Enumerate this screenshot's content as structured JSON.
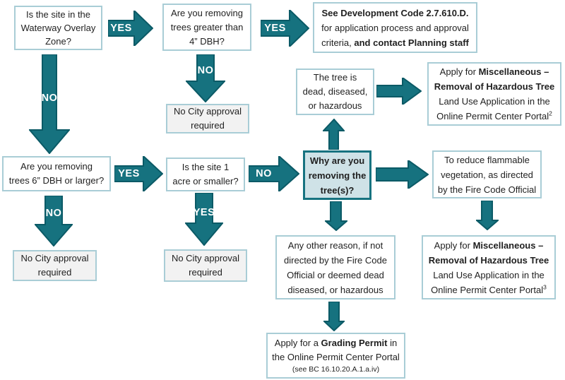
{
  "flowchart": {
    "colors": {
      "arrow_fill": "#16727f",
      "arrow_outline": "#0b5a66",
      "box_border": "#a9cdd6",
      "gray_box_fill": "#f2f2f2",
      "highlight_box_fill": "#cfe2e7",
      "highlight_box_border": "#177380",
      "text": "#1f1f1f",
      "label_text": "#ffffff"
    },
    "labels": {
      "yes": "YES",
      "no": "NO"
    },
    "boxes": {
      "waterway": {
        "lines": [
          "Is the site in the",
          "Waterway Overlay",
          "Zone?"
        ]
      },
      "dbh4": {
        "lines": [
          "Are you removing",
          "trees greater than",
          "4” DBH?"
        ]
      },
      "devcode": {
        "line1": "See Development Code 2.7.610.D.",
        "line2": "for application process and approval",
        "line3_start": "criteria, ",
        "line3_bold": "and contact Planning staff"
      },
      "no_city_dbh4": {
        "lines": [
          "No City approval",
          "required"
        ]
      },
      "dbh6": {
        "lines": [
          "Are you removing",
          "trees 6” DBH or larger?"
        ]
      },
      "no_city_dbh6": {
        "lines": [
          "No City approval",
          "required"
        ]
      },
      "acre": {
        "lines": [
          "Is the site 1",
          "acre or smaller?"
        ]
      },
      "no_city_acre": {
        "lines": [
          "No City approval",
          "required"
        ]
      },
      "why": {
        "lines": [
          "Why are you",
          "removing the",
          "tree(s)?"
        ]
      },
      "dead": {
        "lines": [
          "The tree is",
          "dead, diseased,",
          "or hazardous"
        ]
      },
      "hazard_app_top": {
        "line1_start": "Apply for ",
        "line1_bold": "Miscellaneous –",
        "line2_bold": "Removal of Hazardous Tree",
        "line3": "Land Use Application in the",
        "line4": "Online Permit Center Portal",
        "footnote": "2"
      },
      "flammable": {
        "lines": [
          "To reduce flammable",
          "vegetation, as directed",
          "by the Fire Code Official"
        ]
      },
      "hazard_app_bottom": {
        "line1_start": "Apply for ",
        "line1_bold": "Miscellaneous –",
        "line2_bold": "Removal of Hazardous Tree",
        "line3": "Land Use Application in the",
        "line4": "Online Permit Center Portal",
        "footnote": "3"
      },
      "any_reason": {
        "lines": [
          "Any other reason, if not",
          "directed by the Fire Code",
          "Official or deemed dead",
          "diseased, or hazardous"
        ]
      },
      "grading": {
        "line1_start": "Apply for a ",
        "line1_bold": "Grading Permit",
        "line1_end": " in",
        "line2": "the Online Permit Center Portal",
        "line3": "(see BC 16.10.20.A.1.a.iv)"
      }
    }
  }
}
